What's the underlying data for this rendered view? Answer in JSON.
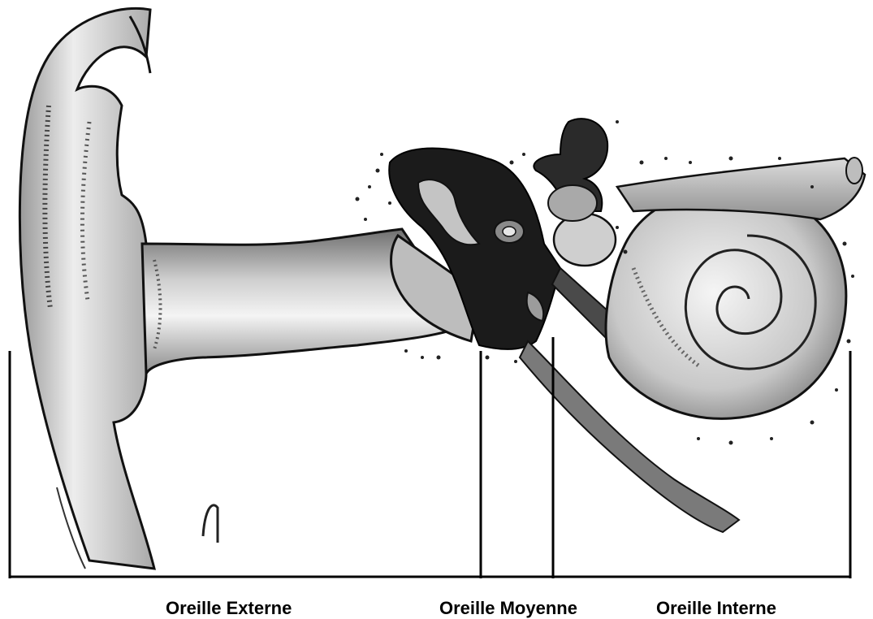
{
  "labels": {
    "externe": "Oreille Externe",
    "moyenne": "Oreille Moyenne",
    "interne": "Oreille Interne"
  },
  "colors": {
    "ink": "#111111",
    "dark_fill": "#1b1b1b",
    "mid_fill": "#8a8a8a",
    "light_fill": "#d6d6d6",
    "bracket": "#000000"
  }
}
